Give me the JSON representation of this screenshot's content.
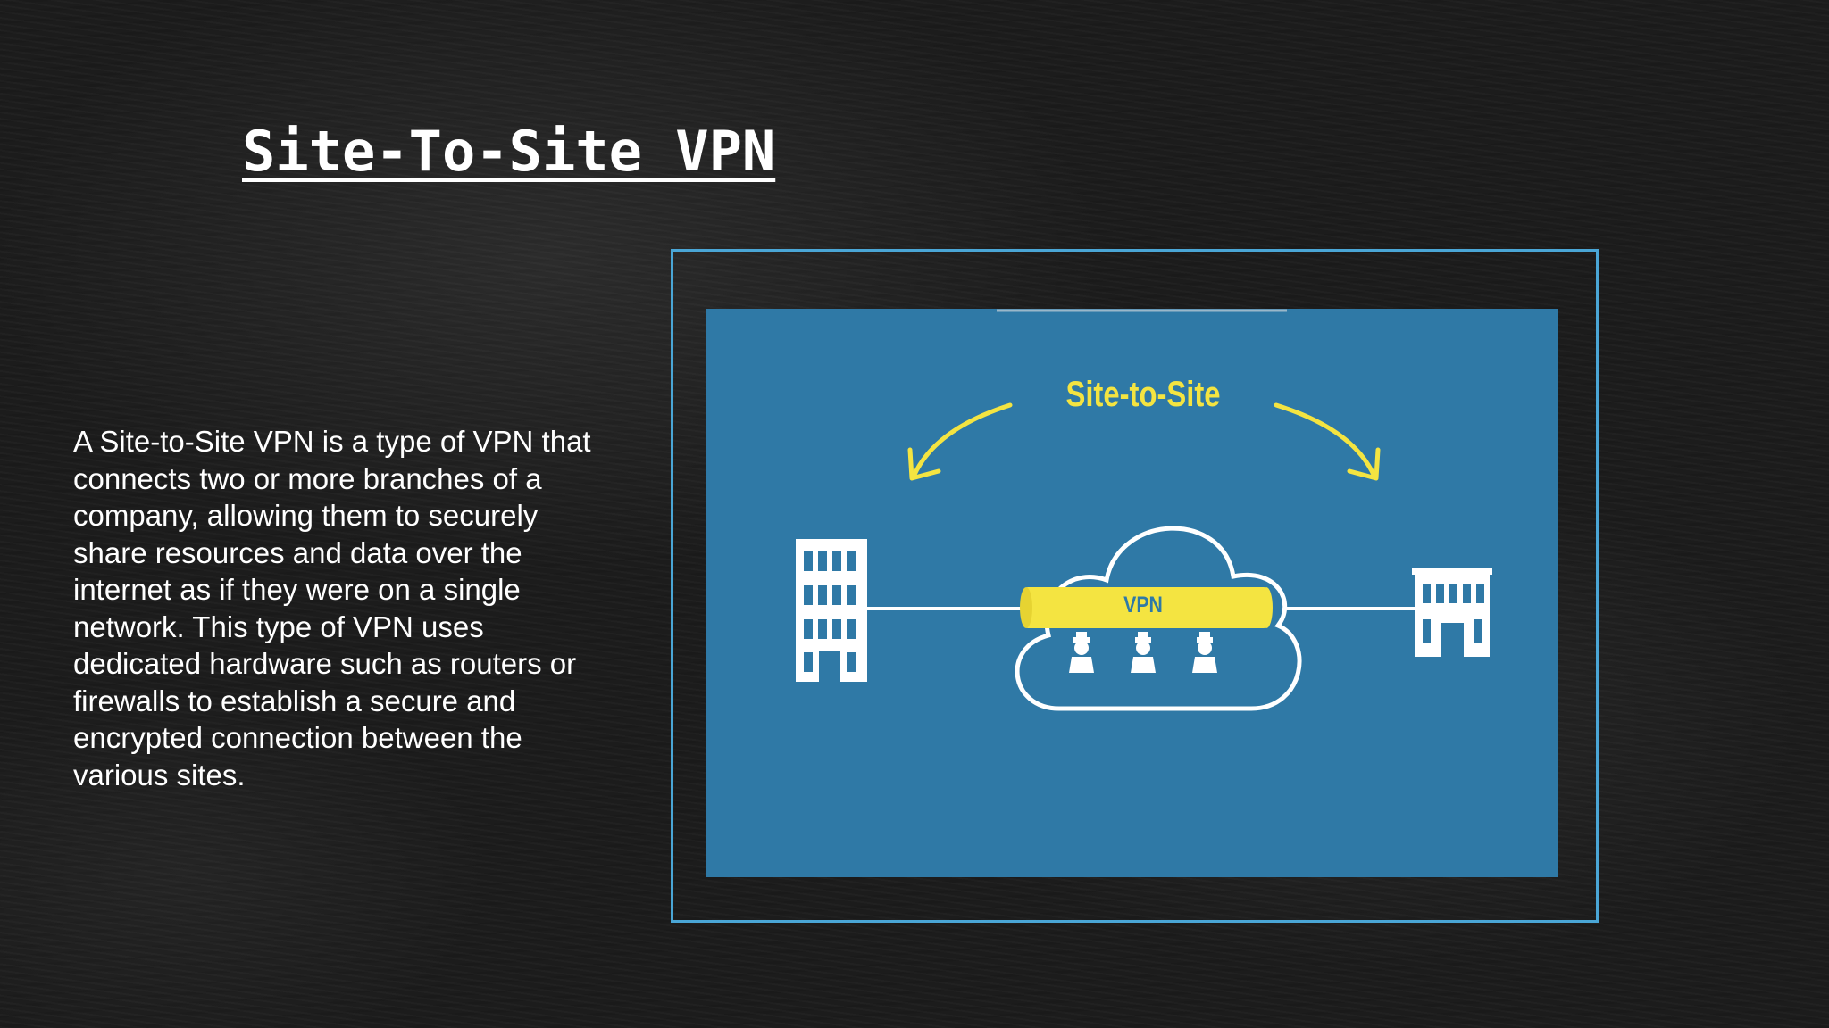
{
  "slide": {
    "title": "Site-To-Site VPN",
    "body": "A Site-to-Site VPN is a type of VPN that connects two or more branches of a company, allowing them to securely share resources and data over the internet as if they were on a single network. This type of VPN uses dedicated hardware such as routers or firewalls to establish a secure and encrypted connection between the various sites."
  },
  "diagram": {
    "heading": "Site-to-Site",
    "tunnel_label": "VPN",
    "icons": [
      "building-icon",
      "building-icon",
      "cloud-icon",
      "tunnel-icon",
      "hacker-icon",
      "curved-arrow-icon"
    ]
  },
  "colors": {
    "background": "#1c1c1c",
    "frame_border": "#4aa6d6",
    "diagram_background": "#2f79a6",
    "accent_yellow": "#f4e441",
    "text": "#ffffff"
  }
}
